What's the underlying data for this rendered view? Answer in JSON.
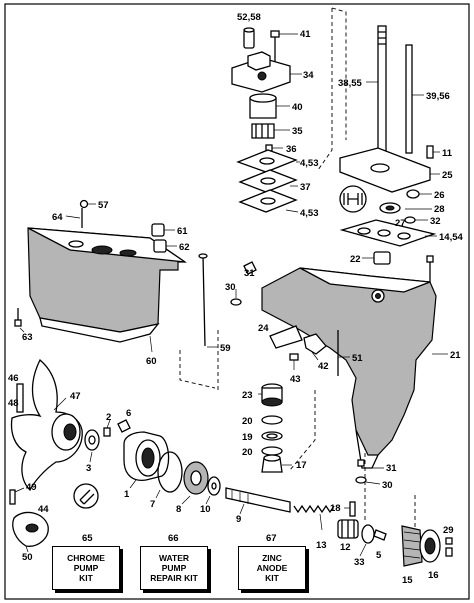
{
  "diagram": {
    "labels": {
      "p52_58": "52,58",
      "p41": "41",
      "p34": "34",
      "p40": "40",
      "p35": "35",
      "p36": "36",
      "p4_53a": "4,53",
      "p37": "37",
      "p4_53b": "4,53",
      "p38_55": "38,55",
      "p39_56": "39,56",
      "p11": "11",
      "p25": "25",
      "p26": "26",
      "p28": "28",
      "p27": "27",
      "p32": "32",
      "p14_54": "14,54",
      "p57": "57",
      "p64": "64",
      "p61": "61",
      "p62": "62",
      "p63": "63",
      "p60": "60",
      "p59": "59",
      "p22": "22",
      "p31a": "31",
      "p30a": "30",
      "p21": "21",
      "p24": "24",
      "p42": "42",
      "p43": "43",
      "p51": "51",
      "p46": "46",
      "p47": "47",
      "p48": "48",
      "p3": "3",
      "p2": "2",
      "p6": "6",
      "p1": "1",
      "p7": "7",
      "p8": "8",
      "p10": "10",
      "p23": "23",
      "p20a": "20",
      "p19": "19",
      "p20b": "20",
      "p17": "17",
      "p31b": "31",
      "p30b": "30",
      "p9": "9",
      "p18": "18",
      "p13": "13",
      "p12": "12",
      "p33": "33",
      "p5": "5",
      "p49": "49",
      "p44": "44",
      "p50": "50",
      "p29": "29",
      "p15": "15",
      "p16": "16"
    },
    "kits": [
      {
        "number": "65",
        "text": "CHROME\nPUMP\nKIT"
      },
      {
        "number": "66",
        "text": "WATER\nPUMP\nREPAIR KIT"
      },
      {
        "number": "67",
        "text": "ZINC\nANODE\nKIT"
      }
    ]
  }
}
